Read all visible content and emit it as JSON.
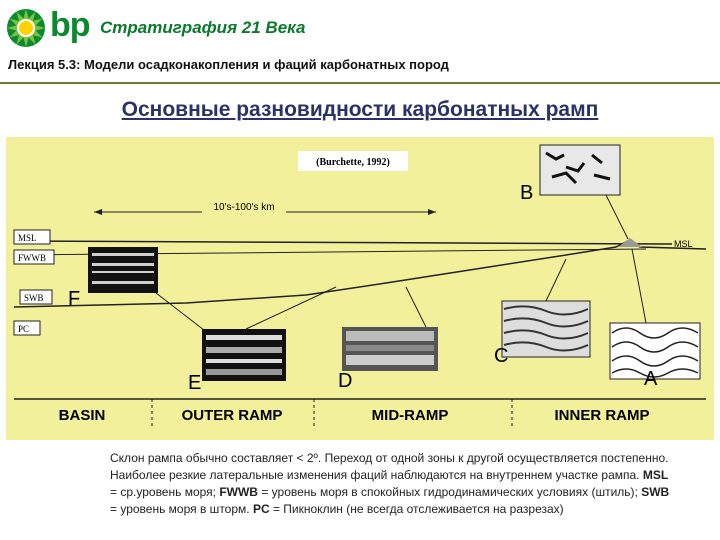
{
  "header": {
    "logo_text": "bp",
    "course_title": "Стратиграфия 21 Века",
    "lecture": "Лекция 5.3: Модели осадконакопления и фаций карбонатных пород"
  },
  "title": "Основные разновидности карбонатных рамп",
  "figure": {
    "citation": "(Burchette, 1992)",
    "scale_label": "10's-100's km",
    "levels": [
      "MSL",
      "FWWB",
      "SWB",
      "PC"
    ],
    "msl_right": "MSL",
    "facies_letters": [
      "A",
      "B",
      "C",
      "D",
      "E",
      "F"
    ],
    "zones": [
      "BASIN",
      "OUTER RAMP",
      "MID-RAMP",
      "INNER RAMP"
    ]
  },
  "caption": {
    "line1": "Склон рампа обычно составляет < 2º. Переход от одной зоны к другой осуществляется постепенно. Наиболее резкие латеральные изменения фаций наблюдаются на внутреннем участке рампа. ",
    "msl": "MSL",
    "msl_def": " = ср.уровень моря; ",
    "fwwb": "FWWB",
    "fwwb_def": " = уровень моря в спокойных гидродинамических условиях (штиль); ",
    "swb": "SWB",
    "swb_def": " = уровень моря в шторм. ",
    "pc": "PC",
    "pc_def": " = Пикноклин (не всегда отслеживается на разрезах)"
  },
  "colors": {
    "figure_bg": "#f2f09a",
    "logo_green": "#0a8a2e",
    "logo_yellow": "#ffd200",
    "title_blue": "#2b3266"
  }
}
